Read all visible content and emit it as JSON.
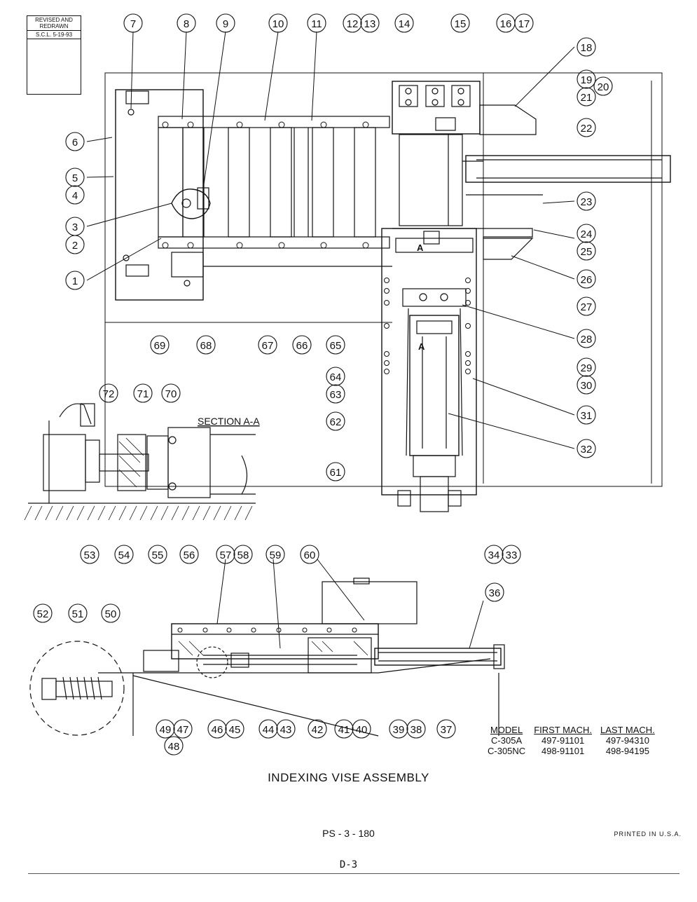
{
  "revision": {
    "line1": "REVISED AND",
    "line2": "REDRAWN",
    "line3": "S.C.L. 5-19-93"
  },
  "section_label": "SECTION A-A",
  "section_marker": "A",
  "title": "INDEXING VISE ASSEMBLY",
  "ps_number": "PS - 3 - 180",
  "printed": "PRINTED IN U.S.A.",
  "page_code": "D-3",
  "model_table": {
    "headers": [
      "MODEL",
      "FIRST MACH.",
      "LAST MACH."
    ],
    "rows": [
      [
        "C-305A",
        "497-91101",
        "497-94310"
      ],
      [
        "C-305NC",
        "498-91101",
        "498-94195"
      ]
    ]
  },
  "callouts": [
    "7",
    "8",
    "9",
    "10",
    "11",
    "12",
    "13",
    "14",
    "15",
    "16",
    "17",
    "18",
    "19",
    "20",
    "21",
    "6",
    "22",
    "5",
    "4",
    "23",
    "3",
    "2",
    "24",
    "25",
    "26",
    "1",
    "69",
    "68",
    "67",
    "66",
    "65",
    "27",
    "28",
    "64",
    "63",
    "29",
    "30",
    "31",
    "62",
    "32",
    "72",
    "71",
    "70",
    "61",
    "53",
    "54",
    "55",
    "56",
    "34",
    "33",
    "57",
    "58",
    "59",
    "60",
    "36",
    "52",
    "51",
    "50",
    "49",
    "47",
    "48",
    "46",
    "45",
    "44",
    "43",
    "42",
    "41",
    "40",
    "39",
    "38",
    "37"
  ]
}
